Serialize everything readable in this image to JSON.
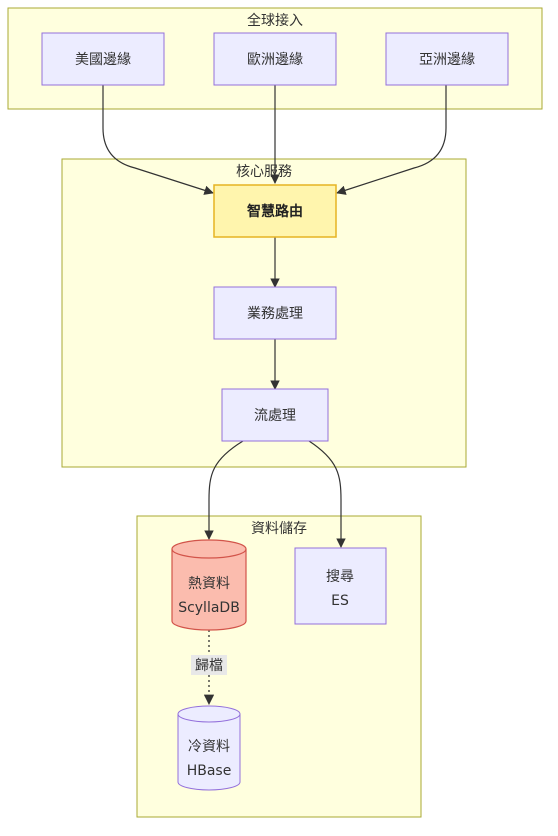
{
  "clusters": {
    "global": {
      "label": "全球接入"
    },
    "core": {
      "label": "核心服務"
    },
    "storage": {
      "label": "資料儲存"
    }
  },
  "nodes": {
    "us_edge": {
      "label": "美國邊緣"
    },
    "eu_edge": {
      "label": "歐洲邊緣"
    },
    "asia_edge": {
      "label": "亞洲邊緣"
    },
    "smart_routing": {
      "label": "智慧路由"
    },
    "business": {
      "label": "業務處理"
    },
    "stream": {
      "label": "流處理"
    },
    "hot_data": {
      "line1": "熱資料",
      "line2": "ScyllaDB"
    },
    "search": {
      "line1": "搜尋",
      "line2": "ES"
    },
    "cold_data": {
      "line1": "冷資料",
      "line2": "HBase"
    }
  },
  "edges": {
    "archive": {
      "label": "歸檔"
    }
  },
  "colors": {
    "cluster_fill": "#ffffde",
    "cluster_stroke": "#aaaa33",
    "node_fill": "#ececff",
    "node_stroke": "#9370db",
    "highlight_fill": "#fff5ad",
    "highlight_stroke": "#e6b422",
    "hot_fill": "#fbbcae",
    "hot_stroke": "#d2544a"
  }
}
